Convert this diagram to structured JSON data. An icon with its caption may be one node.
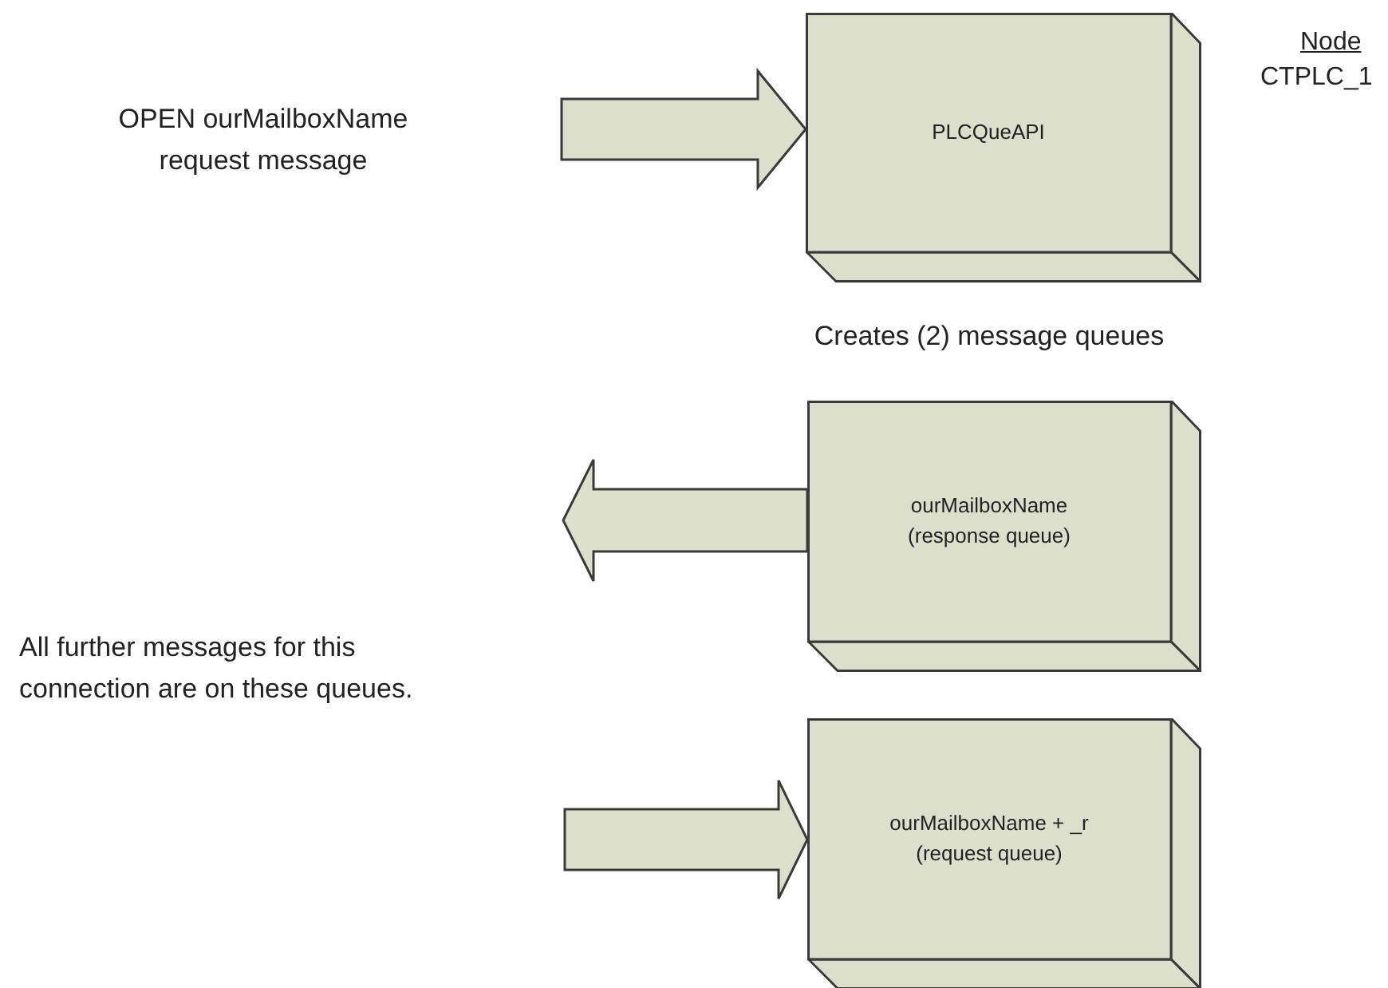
{
  "diagram": {
    "nodes": [
      {
        "text": [
          "PLCQueAPI"
        ],
        "beside": [
          "Node",
          "CTPLC_1"
        ]
      },
      {
        "text": [
          "ourMailboxName (response queue)"
        ]
      },
      {
        "text": [
          "ourMailboxName + _r (request queue)"
        ]
      }
    ],
    "edges": [
      {
        "from": null,
        "to": 0,
        "arrow": "to"
      },
      {
        "from": 1,
        "to": null,
        "arrow": "to"
      },
      {
        "from": null,
        "to": 2,
        "arrow": "to"
      }
    ],
    "labels": [
      "OPEN ourMailboxName request message",
      "Creates (2) message queues",
      "All further messages for this connection are on these queues."
    ]
  }
}
